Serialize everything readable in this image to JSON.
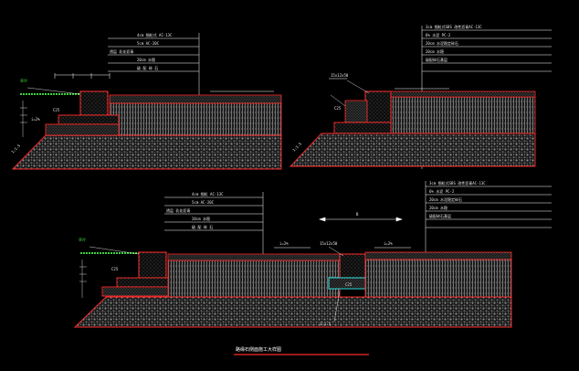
{
  "drawing": {
    "title": "路缘石侧面施工大样图",
    "colors": {
      "background": "#000000",
      "outline": "#ff2a2a",
      "leader": "#ffffff",
      "grass": "#3cd23c",
      "highlight": "#39e6e6",
      "aggregate": "#8a8a8a"
    },
    "section_top_left": {
      "layers": [
        "4cm 细粒式 AC-13C",
        "5cm AC-20C",
        "透层 乳化沥青",
        "20cm 水稳",
        "级 配 碎 石"
      ],
      "grass_label": "草坪",
      "mark_a": "C25",
      "mark_b": "i=2%",
      "slope": "1:1.5"
    },
    "section_top_right": {
      "layers": [
        "3cm 细粒式SBS 改性沥青AC-13C",
        "6% 水泥 PC-2",
        "20cm 水泥稳定碎石",
        "20cm 水稳",
        "级配碎石基层"
      ],
      "curb_label": "15x12x50",
      "mark_a": "C25",
      "mark_b": "1:1.5"
    },
    "section_bottom": {
      "layers_left": [
        "4cm 细粒 AC-13C",
        "5cm AC-20C",
        "透层 乳化沥青",
        "20cm 水稳",
        "级 配 碎 石"
      ],
      "layers_right": [
        "3cm 细粒式SBS 改性沥青AC-13C",
        "6% 水泥 PC-2",
        "20cm 水泥稳定碎石",
        "20cm 水稳",
        "级配碎石基层"
      ],
      "grass_label": "草坪",
      "curb_label": "15x12x50",
      "width_label": "B",
      "slope_left": "i=2%",
      "slope_right": "i=2%",
      "mark_a": "C25",
      "mark_b": "C25",
      "mark_c": "1:1.5"
    }
  }
}
